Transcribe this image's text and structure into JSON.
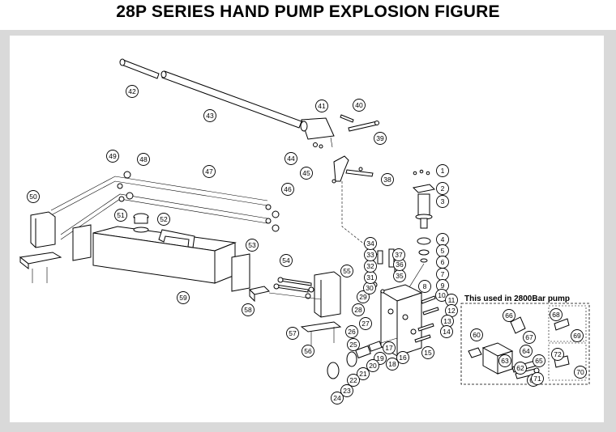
{
  "title": "28P SERIES HAND PUMP EXPLOSION FIGURE",
  "inset_caption": "This used in 2800Bar pump",
  "callouts": [
    "1",
    "2",
    "3",
    "4",
    "5",
    "6",
    "7",
    "8",
    "9",
    "10",
    "11",
    "12",
    "13",
    "14",
    "15",
    "16",
    "17",
    "18",
    "19",
    "20",
    "21",
    "22",
    "23",
    "24",
    "25",
    "26",
    "27",
    "28",
    "29",
    "30",
    "31",
    "32",
    "33",
    "34",
    "35",
    "36",
    "37",
    "38",
    "39",
    "40",
    "41",
    "42",
    "43",
    "44",
    "45",
    "46",
    "47",
    "48",
    "49",
    "50",
    "51",
    "52",
    "53",
    "54",
    "55",
    "56",
    "57",
    "58",
    "59",
    "60",
    "61",
    "62",
    "63",
    "64",
    "65",
    "66",
    "67",
    "68",
    "69",
    "70",
    "71",
    "72"
  ]
}
